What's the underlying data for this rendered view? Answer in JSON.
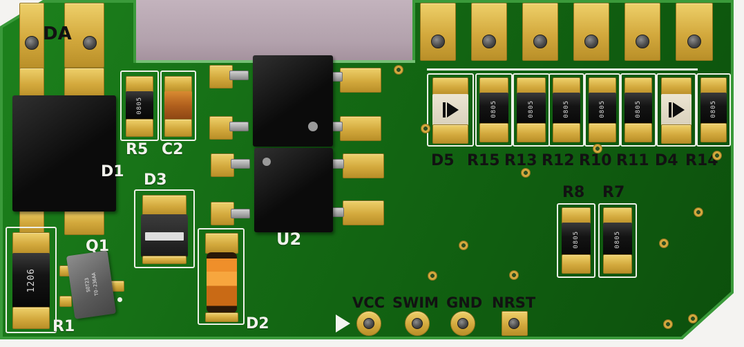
{
  "colors": {
    "board_green": "#146a14",
    "pad_gold": "#d3a93d",
    "silkscreen": "#eef0e8",
    "viewport_tint": "#b2a1ac"
  },
  "labels": {
    "da": "DA",
    "d1": "D1",
    "r5": "R5",
    "c2": "C2",
    "d3": "D3",
    "q1": "Q1",
    "r1": "R1",
    "d2": "D2",
    "u2": "U2",
    "r8": "R8",
    "r7": "R7"
  },
  "markings": {
    "r5": "0805",
    "r1": "1206",
    "q1_line1": "SOT23",
    "q1_line2": "TO-236AA",
    "r8": "0805",
    "r7": "0805"
  },
  "component_row": [
    {
      "label": "D5",
      "kind": "diode"
    },
    {
      "label": "R15",
      "kind": "resistor",
      "marking": "0805"
    },
    {
      "label": "R13",
      "kind": "resistor",
      "marking": "0805"
    },
    {
      "label": "R12",
      "kind": "resistor",
      "marking": "0805"
    },
    {
      "label": "R10",
      "kind": "resistor",
      "marking": "0805"
    },
    {
      "label": "R11",
      "kind": "resistor",
      "marking": "0805"
    },
    {
      "label": "D4",
      "kind": "diode"
    },
    {
      "label": "R14",
      "kind": "resistor",
      "marking": "0805"
    }
  ],
  "programming_header": {
    "pins": [
      "VCC",
      "SWIM",
      "GND",
      "NRST"
    ]
  }
}
